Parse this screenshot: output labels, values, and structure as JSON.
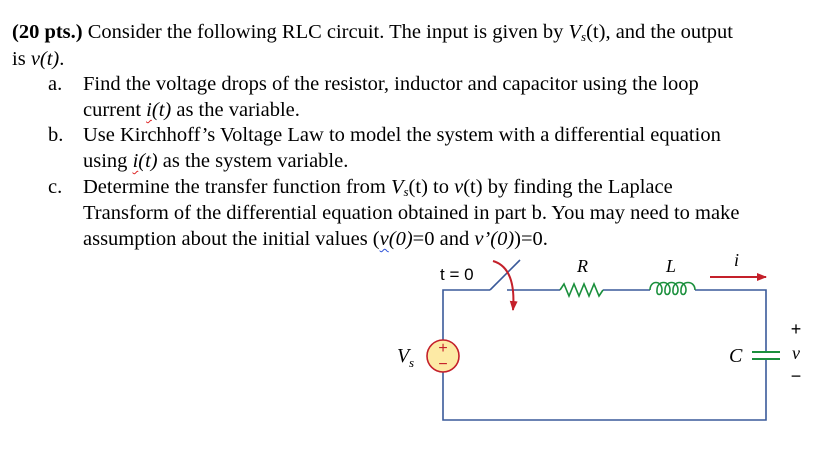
{
  "problem": {
    "points_label": "(20 pts.)",
    "intro_part1": " Consider the following RLC circuit.  The input is given by ",
    "input_symbol": "V",
    "input_subscript": "s",
    "input_arg": "(t)",
    "intro_part2": ", and the output",
    "intro_line2_prefix": "is ",
    "output_symbol": "v(t)",
    "intro_line2_suffix": ".",
    "items": [
      {
        "marker": "a.",
        "line1": "Find the voltage drops of the resistor, inductor and capacitor using the loop",
        "line2_prefix": "current ",
        "line2_var_i": "i",
        "line2_var_rest": "(t)",
        "line2_suffix": " as the variable."
      },
      {
        "marker": "b.",
        "line1": "Use Kirchhoff’s Voltage Law to model the system with a differential equation",
        "line2_prefix": "using ",
        "line2_var_i": "i",
        "line2_var_rest": "(t)",
        "line2_suffix": " as the system variable."
      },
      {
        "marker": "c.",
        "line1_prefix": "Determine the transfer function from ",
        "line1_vs": "V",
        "line1_vs_sub": "s",
        "line1_vs_arg": "(t)",
        "line1_mid": " to ",
        "line1_v": "v",
        "line1_v_arg": "(t)",
        "line1_suffix": " by finding the Laplace",
        "line2": "Transform of the differential equation obtained in part b.  You may need to make",
        "line3_prefix": "assumption about the initial values (",
        "line3_v": "v",
        "line3_v0": "(0)",
        "line3_mid": "=0 and ",
        "line3_vprime": "v’",
        "line3_vprime0": "(0)",
        "line3_suffix": ")=0."
      }
    ]
  },
  "circuit": {
    "switch_label": "t = 0",
    "resistor_label": "R",
    "inductor_label": "L",
    "current_label": "i",
    "source_label": "V",
    "source_subscript": "s",
    "capacitor_label": "C",
    "output_plus": "+",
    "output_label": "v",
    "output_minus": "−",
    "source_plus": "+",
    "source_minus": "−",
    "colors": {
      "wire": "#3a5a9a",
      "component": "#1a8f3c",
      "arrow": "#c4202a",
      "source_fill": "#fdeaa5",
      "source_stroke": "#c4202a"
    }
  }
}
